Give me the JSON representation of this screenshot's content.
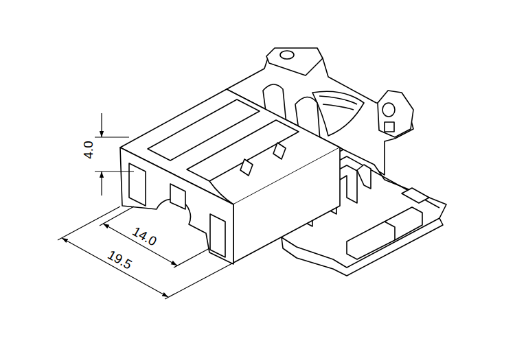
{
  "diagram": {
    "labels": [
      "4.0",
      "14.0",
      "19.5"
    ]
  }
}
